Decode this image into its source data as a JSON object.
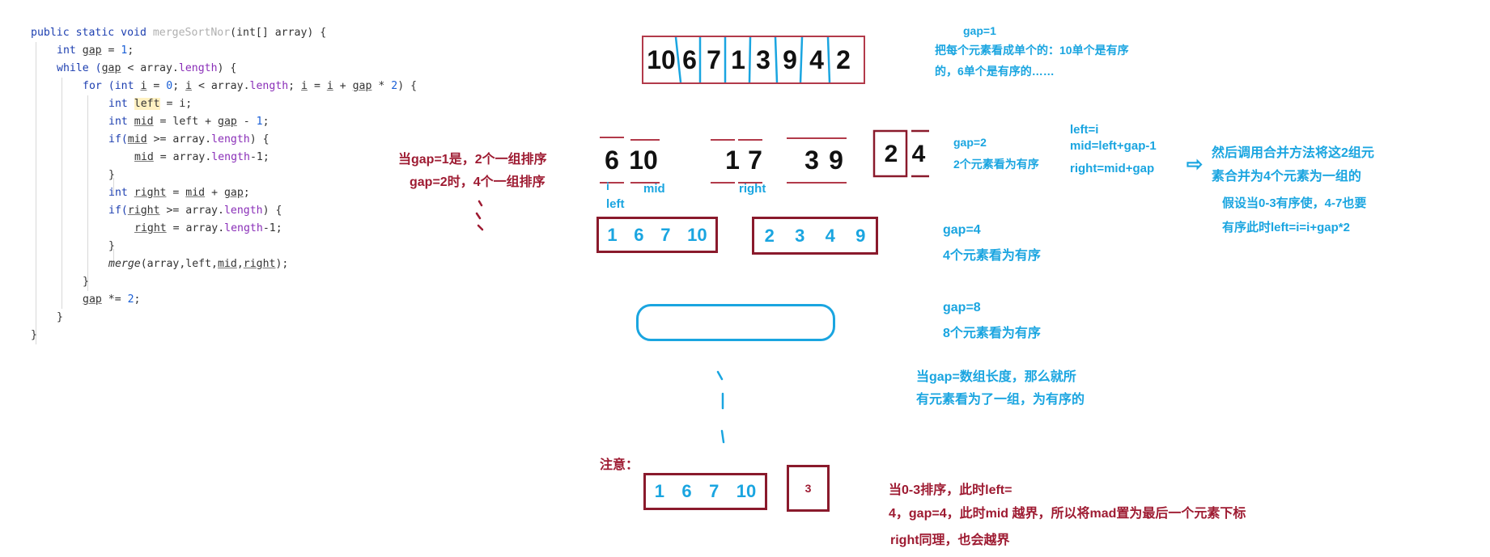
{
  "code": {
    "line1": [
      "public static void ",
      "mergeSortNor",
      "(int[] array) {"
    ],
    "line2": [
      "int ",
      "gap",
      " = ",
      "1",
      ";"
    ],
    "line3": [
      "while (",
      "gap",
      " < array.",
      "length",
      ") {"
    ],
    "line4": [
      "for (int ",
      "i",
      " = ",
      "0",
      "; ",
      "i",
      " < array.",
      "length",
      "; ",
      "i",
      " = ",
      "i",
      " + ",
      "gap",
      " * ",
      "2",
      ") {"
    ],
    "line5": [
      "int ",
      "left",
      " = i;"
    ],
    "line6": [
      "int ",
      "mid",
      " = left + ",
      "gap",
      " - ",
      "1",
      ";"
    ],
    "line7": [
      "if(",
      "mid",
      " >= array.",
      "length",
      ") {"
    ],
    "line8": [
      "mid",
      " = array.",
      "length",
      "-1;"
    ],
    "line9": "}",
    "line10": [
      "int ",
      "right",
      " = ",
      "mid",
      " + ",
      "gap",
      ";"
    ],
    "line11": [
      "if(",
      "right",
      " >= array.",
      "length",
      ") {"
    ],
    "line12": [
      "right",
      " = array.",
      "length",
      "-1;"
    ],
    "line13": "}",
    "line14": [
      "merge",
      "(array,left,",
      "mid",
      ",",
      "right",
      ");"
    ],
    "line15": "}",
    "line16": [
      "gap",
      " *= ",
      "2",
      ";"
    ],
    "line17": "}",
    "line18": "}"
  },
  "row1": {
    "array": [
      "10",
      "6",
      "7",
      "1",
      "3",
      "9",
      "4",
      "2"
    ],
    "note_title": "gap=1",
    "note_line1": "把每个元素看成单个的：10单个是有序",
    "note_line2": "的，6单个是有序的……"
  },
  "mid_note": {
    "line1": "当gap=1是，2个一组排序",
    "line2": "gap=2时，4个一组排序"
  },
  "row2": {
    "pairs": [
      [
        "6",
        "10"
      ],
      [
        "1",
        "7"
      ],
      [
        "3",
        "9"
      ],
      [
        "2",
        "4"
      ]
    ],
    "label_i": "i",
    "label_left": "left",
    "label_mid": "mid",
    "label_right": "right",
    "gap_title": "gap=2",
    "gap_desc": "2个元素看为有序",
    "formula1": "left=i",
    "formula2": "mid=left+gap-1",
    "formula3": "right=mid+gap",
    "arrow": "⇨",
    "right_note1": "然后调用合并方法将这2组元",
    "right_note2": "素合并为4个元素为一组的",
    "right_note3": "假设当0-3有序使，4-7也要",
    "right_note4": "有序此时left=i=i+gap*2"
  },
  "row3": {
    "group1": [
      "1",
      "6",
      "7",
      "10"
    ],
    "group2": [
      "2",
      "3",
      "4",
      "9"
    ],
    "gap_title": "gap=4",
    "gap_desc": "4个元素看为有序"
  },
  "row4": {
    "gap_title": "gap=8",
    "gap_desc": "8个元素看为有序"
  },
  "row5": {
    "note1": "当gap=数组长度，那么就所",
    "note2": "有元素看为了一组，为有序的"
  },
  "row6": {
    "title": "注意：",
    "group1": [
      "1",
      "6",
      "7",
      "10"
    ],
    "single": "3",
    "note1": "当0-3排序，此时left=",
    "note2": "4，gap=4，此时mid 越界，所以将mad置为最后一个元素下标",
    "note3": "right同理，也会越界"
  },
  "colors": {
    "blue": "#1aa5e0",
    "dark_red": "#9e1b32",
    "box_red": "#8a1a2c",
    "keyword": "#1d3fb0"
  }
}
